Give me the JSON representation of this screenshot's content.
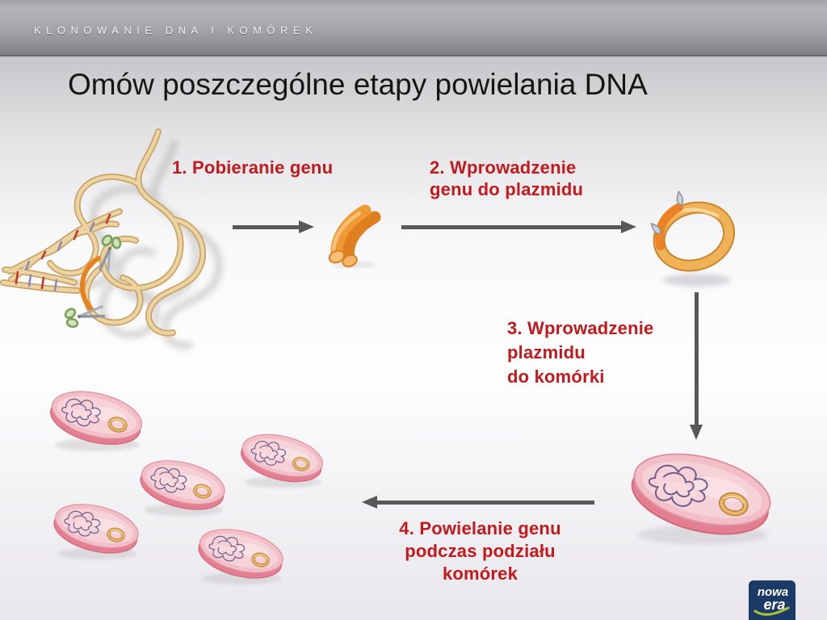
{
  "header": {
    "kicker": "KLONOWANIE DNA I KOMÓREK"
  },
  "title": "Omów poszczególne etapy powielania DNA",
  "steps": [
    {
      "number": "1",
      "label": "1. Pobieranie genu"
    },
    {
      "number": "2",
      "label": "2. Wprowadzenie\ngenu do plazmidu"
    },
    {
      "number": "3",
      "label": "3. Wprowadzenie\nplazmidu\ndo komórki"
    },
    {
      "number": "4",
      "label": "4. Powielanie genu\npodczas podziału\nkomórek"
    }
  ],
  "illustrations": {
    "dna_tangle": "dna-tangle-with-scissors",
    "gene_fragment": "cut-gene-fragment",
    "plasmid": "plasmid-ring-with-inserted-gene",
    "host_cell": "bacterial-cell-with-plasmid",
    "divided_cells": "five-bacterial-cells-with-plasmids"
  },
  "logo": {
    "line1": "nowa",
    "line2": "era"
  },
  "colors": {
    "accent_red": "#C2191C",
    "arrow_gray": "#58585B",
    "header_text": "#F1F1F3",
    "dna_strand_tan": "#DFBC85",
    "gene_orange": "#EE8E26",
    "plasmid_gold": "#F1B257",
    "cell_pink": "#F2BEC7",
    "cell_rim_pink": "#E37F90",
    "nucleoid_purple": "#5E5180",
    "logo_navy": "#1C3A66",
    "logo_green": "#A9C03C"
  }
}
